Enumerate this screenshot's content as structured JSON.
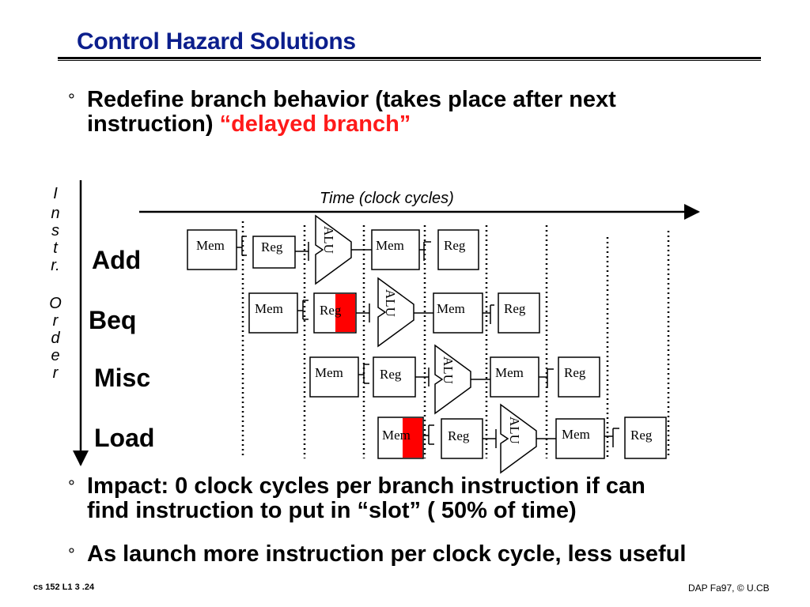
{
  "slide": {
    "title": "Control Hazard Solutions",
    "bullet_mark": "°",
    "bullet1_line1": "Redefine branch behavior (takes place after next",
    "bullet1_line2": "instruction)",
    "bullet1_emphasis": "“delayed branch”",
    "bullet2_line1": "Impact: 0 clock cycles per branch instruction if can",
    "bullet2_line2": "find instruction to put in “slot” ( 50% of time)",
    "bullet3": "As launch more instruction per clock cycle, less useful"
  },
  "diagram": {
    "time_label": "Time (clock cycles)",
    "axis_letters": [
      "I",
      "n",
      "s",
      "t",
      "r.",
      "",
      "O",
      "r",
      "d",
      "e",
      "r"
    ],
    "instructions": [
      "Add",
      "Beq",
      "Misc",
      "Load"
    ],
    "stage_mem": "Mem",
    "stage_reg": "Reg",
    "stage_alu": "ALU",
    "highlight_color": "#ff0000",
    "hazards": [
      {
        "instruction": "Beq",
        "stage": "Reg",
        "highlight": "right-half"
      },
      {
        "instruction": "Load",
        "stage": "Mem",
        "highlight": "right-half"
      }
    ]
  },
  "footer": {
    "left": "cs 152  L1 3 .24",
    "right": "DAP Fa97, © U.CB"
  }
}
